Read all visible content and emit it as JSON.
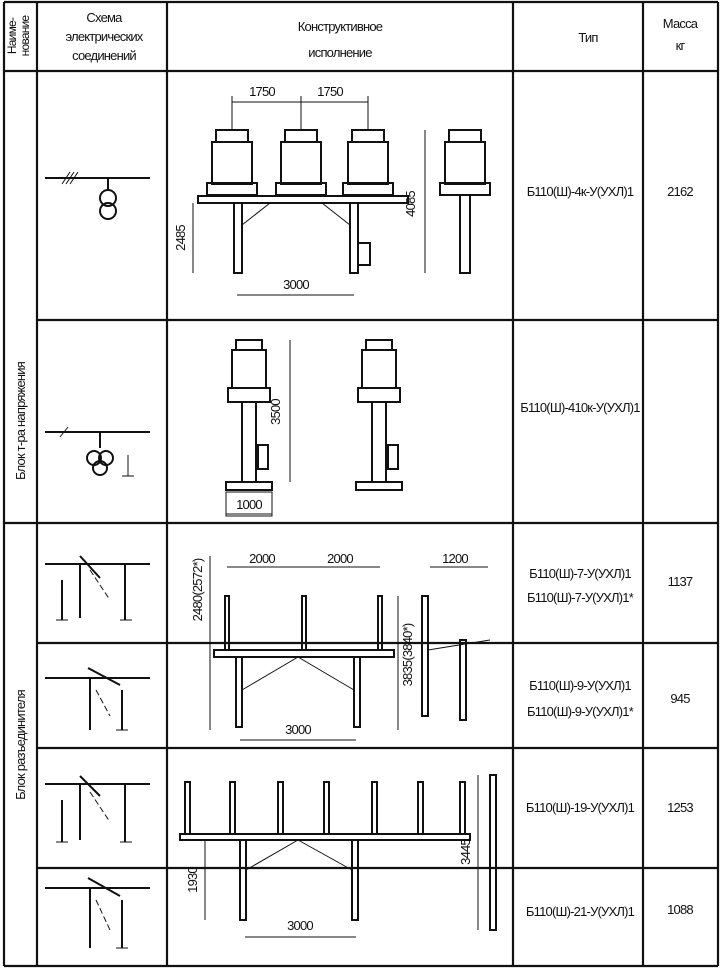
{
  "header": {
    "name_col": [
      "Наиме-",
      "нование"
    ],
    "scheme_col": [
      "Схема",
      "электрических",
      "соединений"
    ],
    "design_col": [
      "Конструктивное",
      "исполнение"
    ],
    "type_col": "Тип",
    "mass_col": [
      "Масса",
      "кг"
    ]
  },
  "groups": [
    {
      "label": "Блок т-ра напряжения"
    },
    {
      "label": "Блок разъединителя"
    }
  ],
  "rows": [
    {
      "types": [
        "Б110(Ш)-4к-У(УХЛ)1"
      ],
      "mass": "2162",
      "dims": {
        "span1": "1750",
        "span2": "1750",
        "height": "4085",
        "support": "2485",
        "base": "3000"
      }
    },
    {
      "types": [
        "Б110(Ш)-410к-У(УХЛ)1"
      ],
      "mass": "",
      "dims": {
        "height": "3500",
        "base": "1000"
      }
    },
    {
      "types": [
        "Б110(Ш)-7-У(УХЛ)1",
        "Б110(Ш)-7-У(УХЛ)1*"
      ],
      "mass": "1137"
    },
    {
      "types": [
        "Б110(Ш)-9-У(УХЛ)1",
        "Б110(Ш)-9-У(УХЛ)1*"
      ],
      "mass": "945"
    },
    {
      "types": [
        "Б110(Ш)-19-У(УХЛ)1"
      ],
      "mass": "1253"
    },
    {
      "types": [
        "Б110(Ш)-21-У(УХЛ)1"
      ],
      "mass": "1088"
    }
  ],
  "disconnector_dims": {
    "span1": "2000",
    "span2": "2000",
    "side": "1200",
    "left_height": "2480(2572*)",
    "right_height": "3835(3840*)",
    "base": "3000"
  },
  "disconnector2_dims": {
    "height": "3445",
    "support": "1930",
    "base": "3000"
  }
}
